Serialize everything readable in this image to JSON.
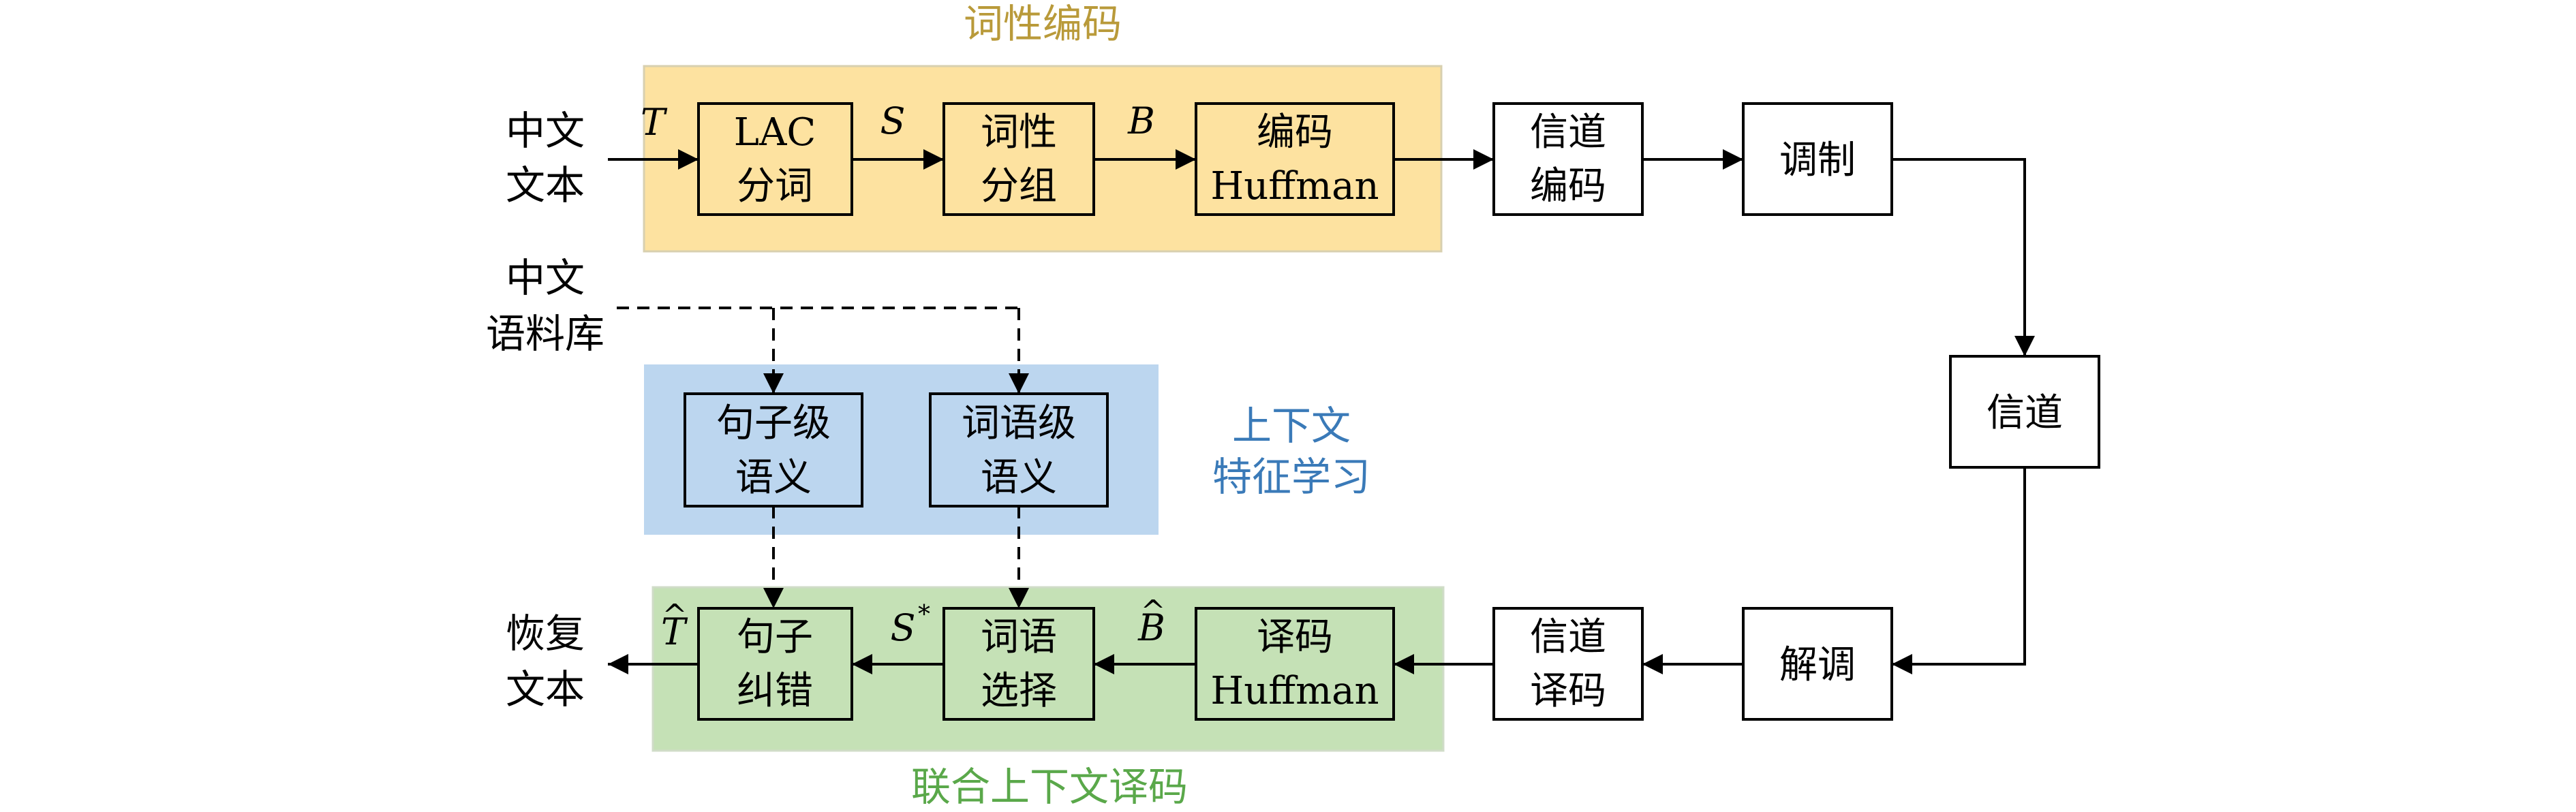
{
  "groups": {
    "encoding": {
      "label": "词性编码",
      "color": "#b99a3a",
      "fill": "#fde2a0"
    },
    "features": {
      "label_line1": "上下文",
      "label_line2": "特征学习",
      "color": "#3a7ab8",
      "fill": "#bcd6ef"
    },
    "decoding": {
      "label": "联合上下文译码",
      "color": "#5aa84a",
      "fill": "#c5e1b6"
    }
  },
  "inputs": {
    "source_line1": "中文",
    "source_line2": "文本",
    "corpus_line1": "中文",
    "corpus_line2": "语料库",
    "output_line1": "恢复",
    "output_line2": "文本"
  },
  "blocks": {
    "lac": {
      "line1": "LAC",
      "line2": "分词"
    },
    "pos_group": {
      "line1": "词性",
      "line2": "分组"
    },
    "huffman_enc": {
      "line1": "编码",
      "line2": "Huffman"
    },
    "channel_enc": {
      "line1": "信道",
      "line2": "编码"
    },
    "modulate": {
      "line1": "调制"
    },
    "channel": {
      "line1": "信道"
    },
    "demodulate": {
      "line1": "解调"
    },
    "channel_dec": {
      "line1": "信道",
      "line2": "译码"
    },
    "huffman_dec": {
      "line1": "译码",
      "line2": "Huffman"
    },
    "word_select": {
      "line1": "词语",
      "line2": "选择"
    },
    "sentence_fix": {
      "line1": "句子",
      "line2": "纠错"
    },
    "sentence_sem": {
      "line1": "句子级",
      "line2": "语义"
    },
    "word_sem": {
      "line1": "词语级",
      "line2": "语义"
    }
  },
  "symbols": {
    "T": "T",
    "S": "S",
    "B": "B",
    "T_hat": "T",
    "S_star": "S",
    "star": "*",
    "B_hat": "B",
    "hat": "^"
  },
  "colors": {
    "stroke": "#000000"
  }
}
